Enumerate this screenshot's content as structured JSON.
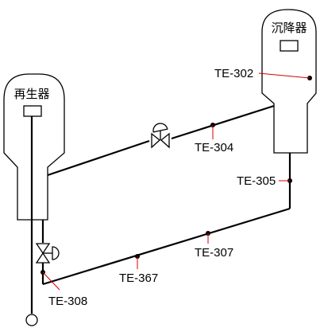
{
  "vessels": {
    "regenerator": "再生器",
    "settler": "沉降器"
  },
  "tags": {
    "te302": "TE-302",
    "te304": "TE-304",
    "te305": "TE-305",
    "te307": "TE-307",
    "te367": "TE-367",
    "te308": "TE-308"
  },
  "colors": {
    "line": "#000000",
    "leader": "#d40000",
    "background": "#ffffff"
  }
}
